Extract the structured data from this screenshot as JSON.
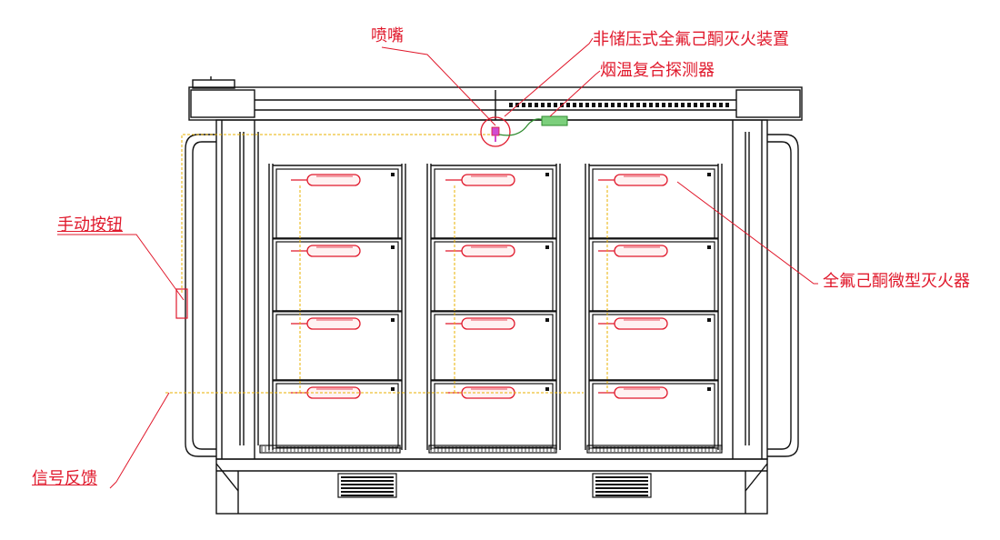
{
  "labels": {
    "nozzle": "喷嘴",
    "device": "非储压式全氟己酮灭火装置",
    "detector": "烟温复合探测器",
    "manual_button": "手动按钮",
    "extinguisher": "全氟己酮微型灭火器",
    "feedback": "信号反馈"
  },
  "colors": {
    "line": "#111111",
    "label": "#e0182b",
    "wire": "#e8b000",
    "sensor": "#2e8b2e"
  }
}
